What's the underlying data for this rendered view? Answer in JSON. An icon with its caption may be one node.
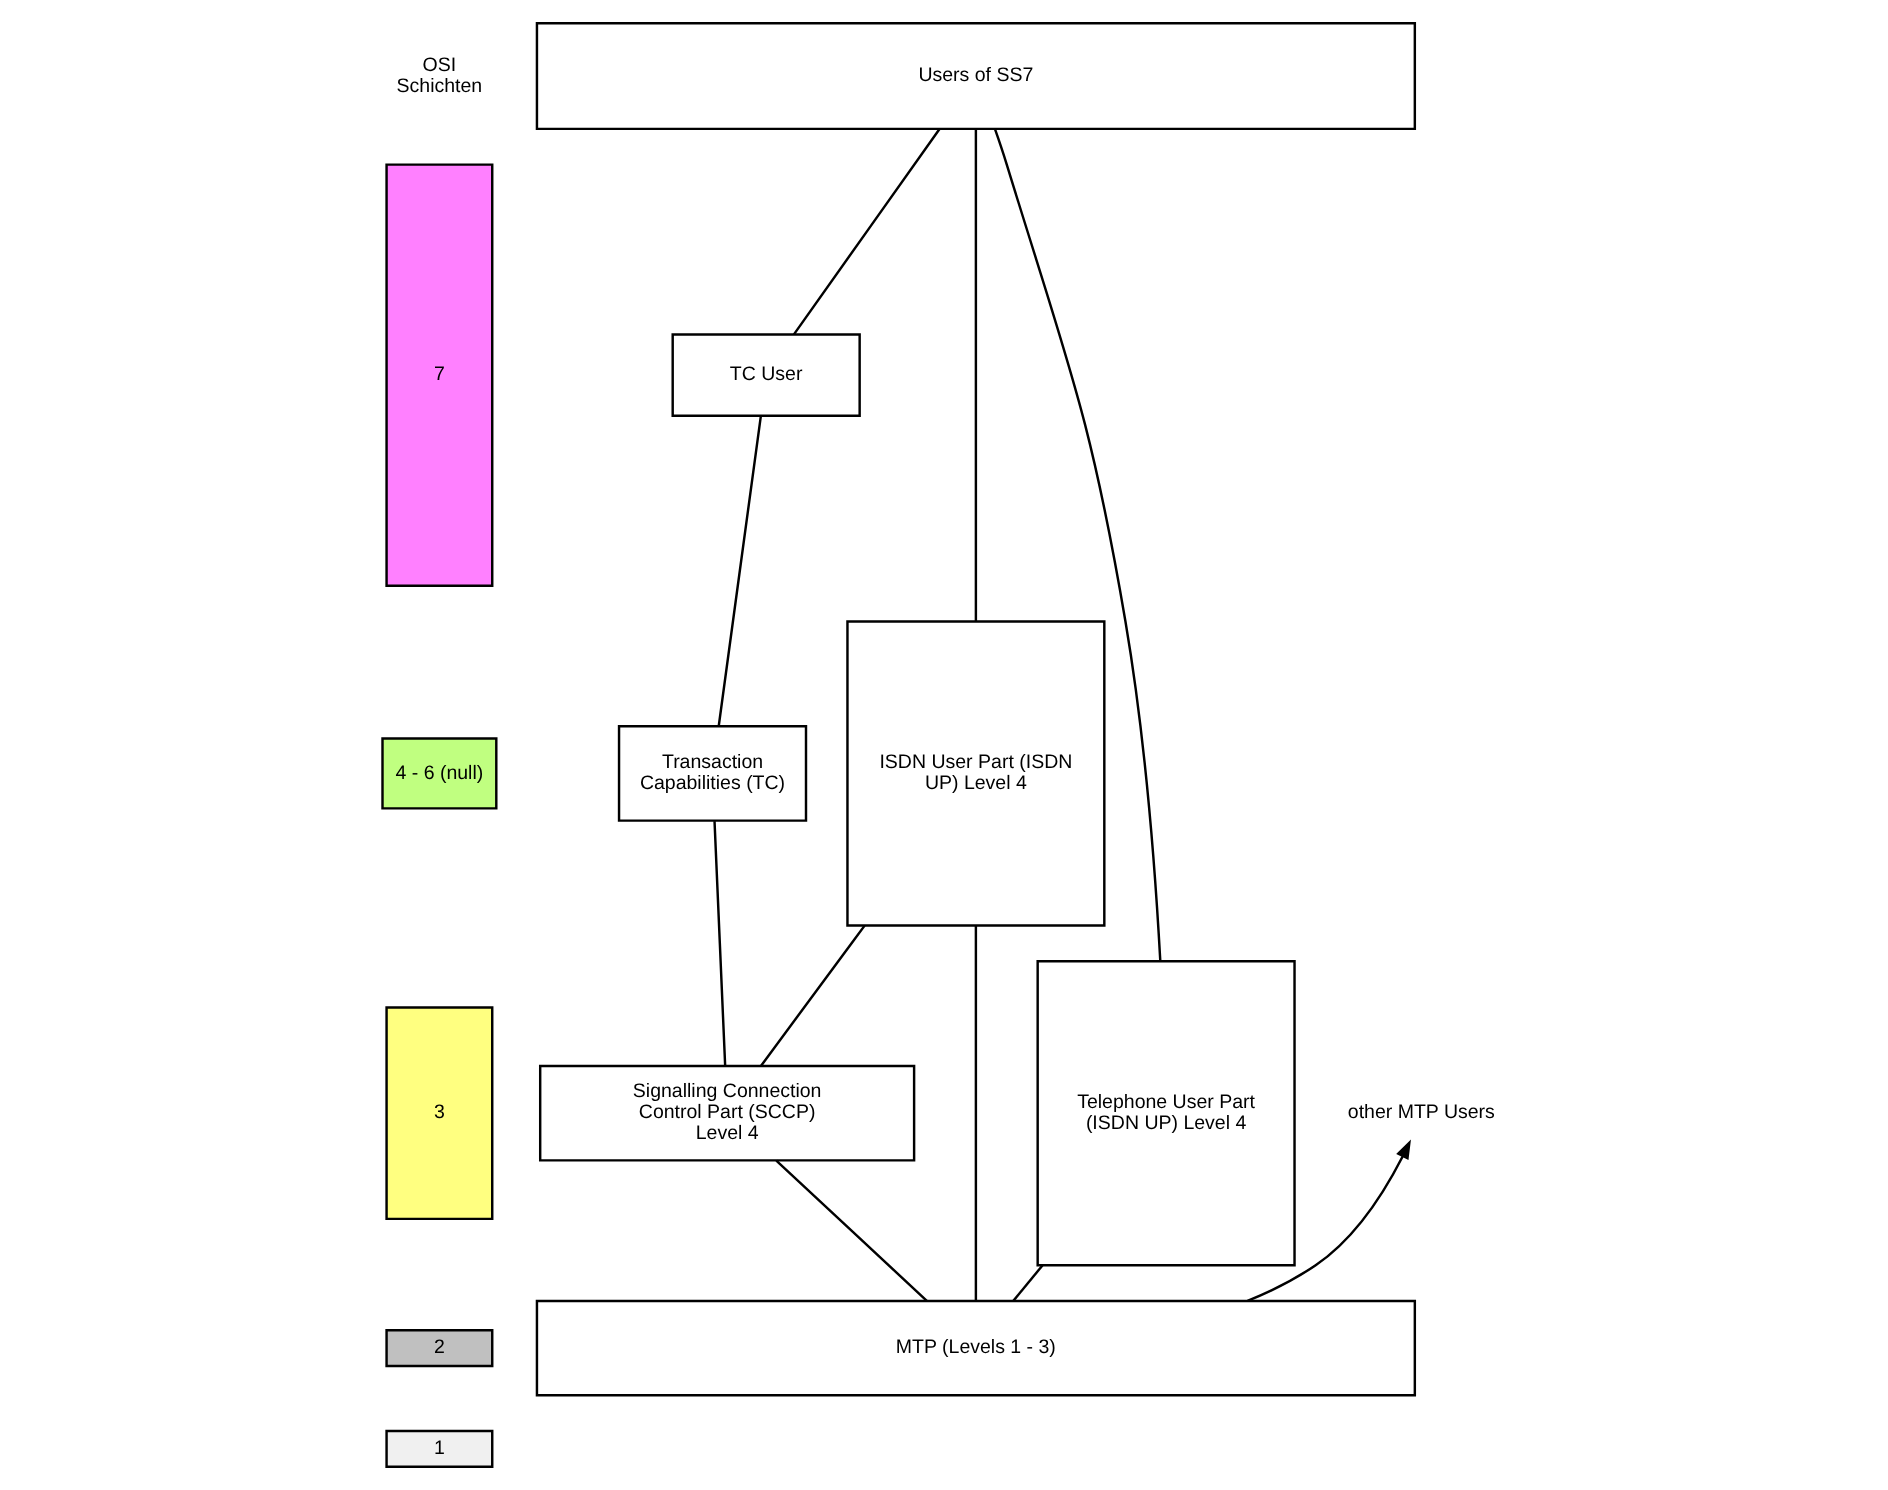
{
  "diagram": {
    "nodes": [
      {
        "text": [
          "7"
        ]
      },
      {
        "text": [
          "4 - 6 (null)"
        ]
      },
      {
        "text": [
          "3"
        ]
      },
      {
        "text": [
          "2"
        ]
      },
      {
        "text": [
          "1"
        ]
      },
      {
        "text": [
          "Users of SS7"
        ]
      },
      {
        "text": [
          "TC User"
        ]
      },
      {
        "text": [
          "Transaction Capabilities (TC)"
        ]
      },
      {
        "text": [
          "ISDN User Part (ISDN UP) Level 4"
        ]
      },
      {
        "text": [
          "Telephone User Part (ISDN UP) Level 4"
        ]
      },
      {
        "text": [
          "Signalling Connection Control Part (SCCP) Level 4"
        ]
      },
      {
        "text": [
          "MTP (Levels 1 - 3)"
        ]
      },
      {
        "text": [
          "other MTP Users"
        ]
      }
    ],
    "edges": [
      {
        "from": 5,
        "to": 6,
        "arrow": "none"
      },
      {
        "from": 5,
        "to": 8,
        "arrow": "none"
      },
      {
        "from": 5,
        "to": 9,
        "arrow": "none"
      },
      {
        "from": 6,
        "to": 7,
        "arrow": "none"
      },
      {
        "from": 7,
        "to": 10,
        "arrow": "none"
      },
      {
        "from": 8,
        "to": 10,
        "arrow": "none"
      },
      {
        "from": 10,
        "to": 11,
        "arrow": "none"
      },
      {
        "from": 8,
        "to": 11,
        "arrow": "none"
      },
      {
        "from": 9,
        "to": 11,
        "arrow": "none"
      },
      {
        "from": 11,
        "to": 12,
        "arrow": "to"
      }
    ],
    "labels": [
      "OSI Schichten"
    ]
  }
}
